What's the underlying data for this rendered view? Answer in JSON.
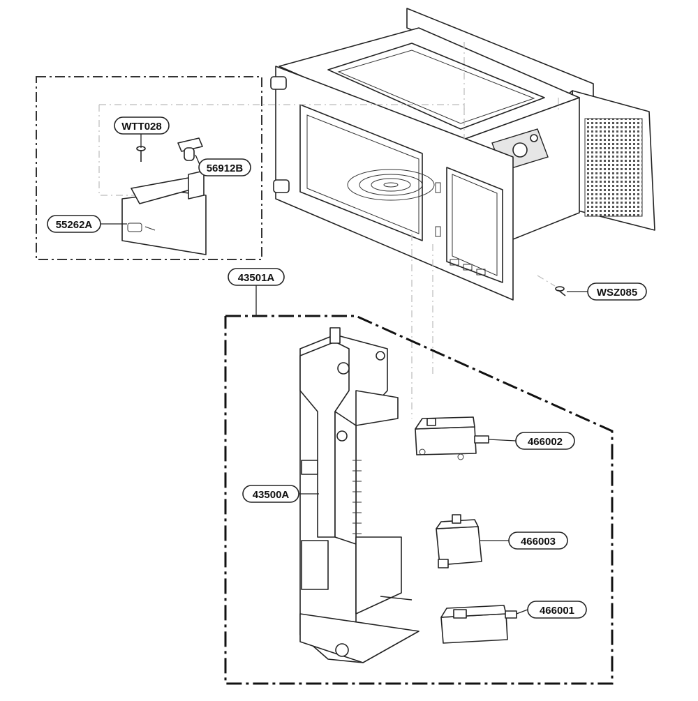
{
  "labels": {
    "wtt028": "WTT028",
    "p56912b": "56912B",
    "p55262a": "55262A",
    "p43501a": "43501A",
    "p43500a": "43500A",
    "wsz085": "WSZ085",
    "p466002": "466002",
    "p466003": "466003",
    "p466001": "466001"
  }
}
